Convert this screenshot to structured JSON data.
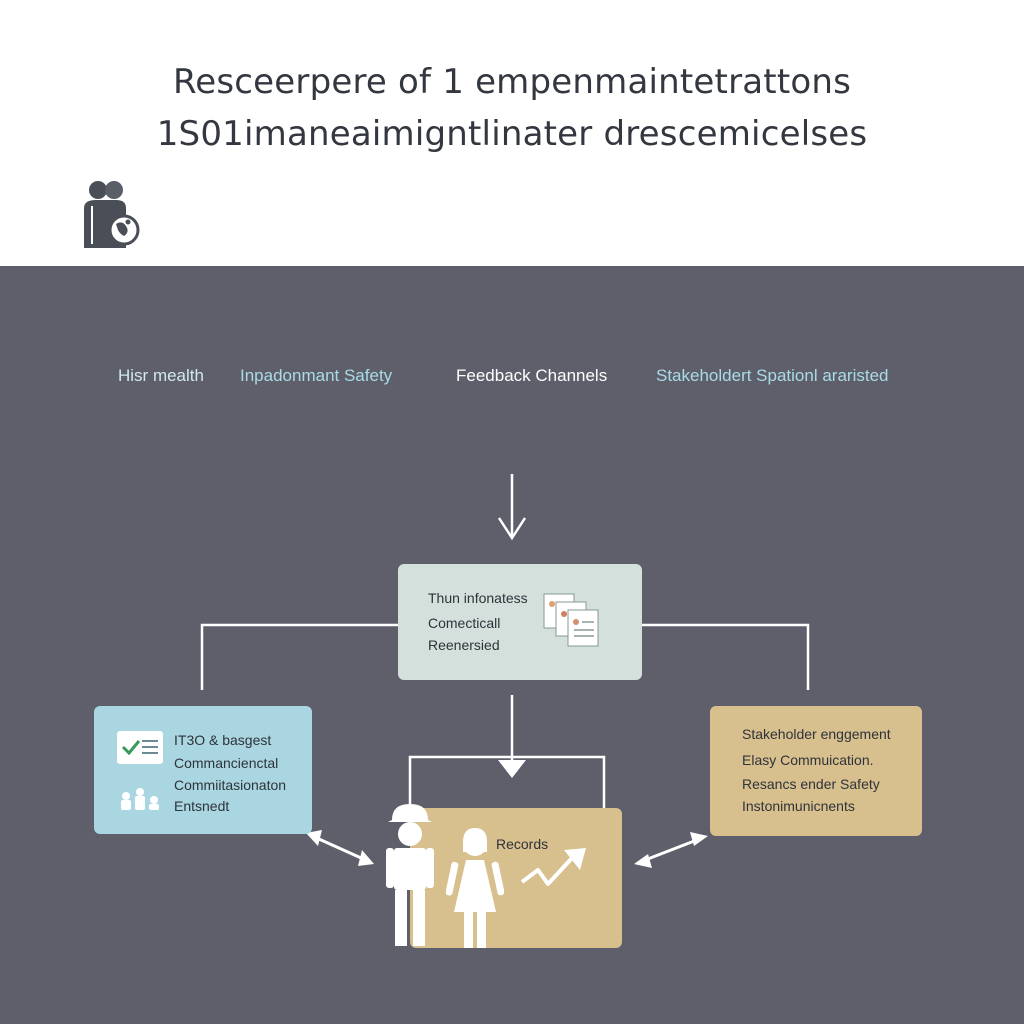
{
  "header": {
    "title_line1": "Resceerpere of 1 empenmaintetrattons",
    "title_line2": "1S01imaneaimigntlinater drescemicelses"
  },
  "categories": [
    {
      "label": "Hisr mealth",
      "color": "#cfe8ee"
    },
    {
      "label": "Inpadonmant Safety",
      "color": "#a9dbe6"
    },
    {
      "label": "Feedback Channels",
      "color": "#ffffff"
    },
    {
      "label": "Stakeholdert Spationl araristed",
      "color": "#a9dbe6"
    }
  ],
  "center_box": {
    "lines": [
      "Thun infonatess",
      "Comecticall",
      "Reenersied"
    ],
    "icon": "documents-icon",
    "color": "#d3e0dc"
  },
  "left_box": {
    "lines": [
      "IT3O & basgest",
      "Commancienctal",
      "Commiitasionaton",
      "Entsnedt"
    ],
    "icons": [
      "checklist-icon",
      "people-icons"
    ],
    "color": "#a9d6e0"
  },
  "right_box": {
    "lines": [
      "Stakeholder enggement",
      "Elasy Commuication.",
      "Resancs ender Safety",
      "Instonimunicnents"
    ],
    "color": "#d7bf8e"
  },
  "bottom_box": {
    "label": "Records",
    "icons": [
      "worker-icon",
      "woman-icon",
      "trend-arrow-icon"
    ],
    "color": "#d7bf8e"
  },
  "logo": {
    "icon": "people-globe-icon",
    "color": "#4a4e57"
  }
}
